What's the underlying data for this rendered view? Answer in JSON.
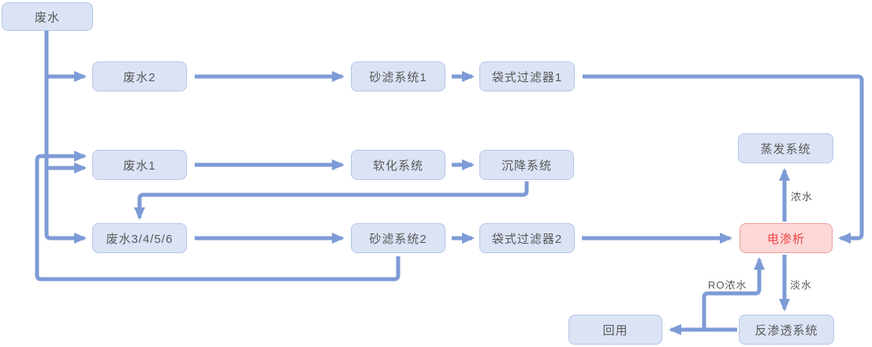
{
  "diagram": {
    "colors": {
      "background": "#ffffff",
      "node_fill": "#dbe3f5",
      "node_border": "#b6c6e9",
      "node_text": "#595959",
      "highlight_fill": "#fcd8d8",
      "highlight_border": "#ef9f9f",
      "highlight_text": "#f04343",
      "connector": "#7d9bd6"
    },
    "nodes": {
      "wastewater": {
        "label": "废水"
      },
      "wastewater2": {
        "label": "废水2"
      },
      "sand_filter_1": {
        "label": "砂滤系统1"
      },
      "bag_filter_1": {
        "label": "袋式过滤器1"
      },
      "wastewater1": {
        "label": "废水1"
      },
      "softening": {
        "label": "软化系统"
      },
      "sedimentation": {
        "label": "沉降系统"
      },
      "wastewater3456": {
        "label": "废水3/4/5/6"
      },
      "sand_filter_2": {
        "label": "砂滤系统2"
      },
      "bag_filter_2": {
        "label": "袋式过滤器2"
      },
      "evaporation": {
        "label": "蒸发系统"
      },
      "electrodialysis": {
        "label": "电渗析"
      },
      "reverse_osmosis": {
        "label": "反渗透系统"
      },
      "reuse": {
        "label": "回用"
      }
    },
    "edge_labels": {
      "concentrate": "浓水",
      "freshwater": "淡水",
      "ro_concentrate": "RO浓水"
    },
    "edges": [
      {
        "from": "废水",
        "to": "废水2"
      },
      {
        "from": "废水",
        "to": "废水1"
      },
      {
        "from": "废水",
        "to": "废水3/4/5/6"
      },
      {
        "from": "废水2",
        "to": "砂滤系统1"
      },
      {
        "from": "砂滤系统1",
        "to": "袋式过滤器1"
      },
      {
        "from": "袋式过滤器1",
        "to": "电渗析"
      },
      {
        "from": "废水1",
        "to": "软化系统"
      },
      {
        "from": "软化系统",
        "to": "沉降系统"
      },
      {
        "from": "沉降系统",
        "to": "废水3/4/5/6"
      },
      {
        "from": "废水3/4/5/6",
        "to": "砂滤系统2"
      },
      {
        "from": "砂滤系统2",
        "to": "袋式过滤器2"
      },
      {
        "from": "袋式过滤器2",
        "to": "电渗析"
      },
      {
        "from": "砂滤系统2",
        "to": "废水1"
      },
      {
        "from": "电渗析",
        "to": "蒸发系统",
        "label": "浓水"
      },
      {
        "from": "电渗析",
        "to": "反渗透系统",
        "label": "淡水"
      },
      {
        "from": "反渗透系统",
        "to": "回用"
      },
      {
        "from": "反渗透系统",
        "to": "电渗析",
        "label": "RO浓水"
      }
    ]
  }
}
